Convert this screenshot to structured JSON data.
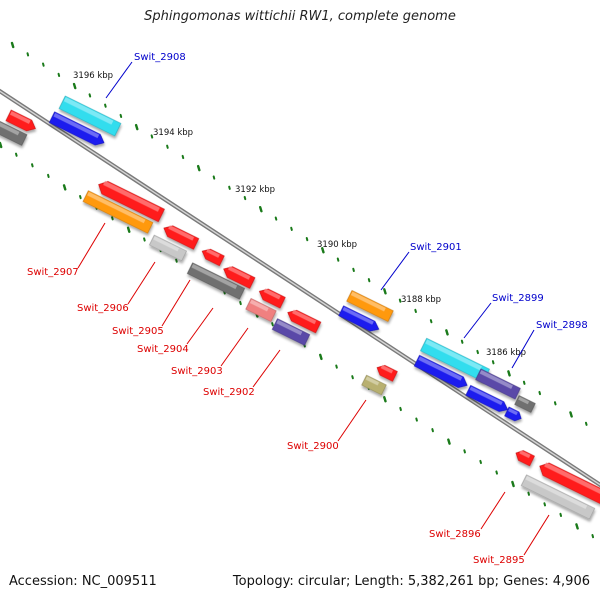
{
  "title": "Sphingomonas wittichii RW1, complete genome",
  "footer": {
    "accession": "Accession: NC_009511",
    "summary": "Topology: circular; Length: 5,382,261 bp; Genes: 4,906"
  },
  "colors": {
    "label_red": "#dd0000",
    "label_blue": "#0000cc",
    "tick_green": "#1a7a1a",
    "backbone": "#8c8c8c",
    "red_gene": "#ff1a1a",
    "blue_gene": "#1a1aee",
    "cyan_gene": "#33ddee",
    "orange_gene": "#ff9911",
    "gray_gene": "#707070",
    "lightgray_gene": "#c8c8c8",
    "pink_gene": "#f08080",
    "slate_gene": "#5a4aa8",
    "khaki_gene": "#b8b070"
  },
  "ruler_labels": [
    "3196 kbp",
    "3194 kbp",
    "3192 kbp",
    "3190 kbp",
    "3188 kbp",
    "3186 kbp"
  ],
  "gene_labels": [
    {
      "text": "Swit_2908",
      "strand": "forward"
    },
    {
      "text": "Swit_2907",
      "strand": "reverse"
    },
    {
      "text": "Swit_2906",
      "strand": "reverse"
    },
    {
      "text": "Swit_2905",
      "strand": "reverse"
    },
    {
      "text": "Swit_2904",
      "strand": "reverse"
    },
    {
      "text": "Swit_2903",
      "strand": "reverse"
    },
    {
      "text": "Swit_2902",
      "strand": "reverse"
    },
    {
      "text": "Swit_2901",
      "strand": "forward"
    },
    {
      "text": "Swit_2900",
      "strand": "reverse"
    },
    {
      "text": "Swit_2899",
      "strand": "forward"
    },
    {
      "text": "Swit_2898",
      "strand": "forward"
    },
    {
      "text": "Swit_2896",
      "strand": "reverse"
    },
    {
      "text": "Swit_2895",
      "strand": "reverse"
    }
  ]
}
